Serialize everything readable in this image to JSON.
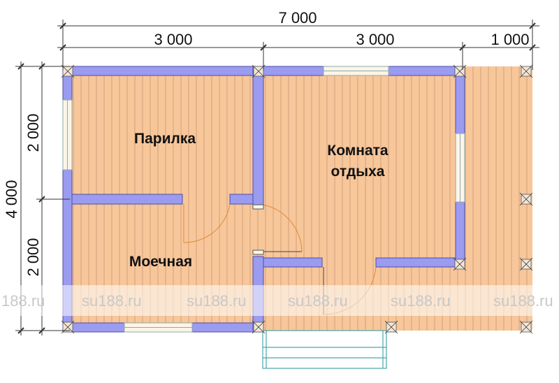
{
  "dimensions": {
    "total_width": "7 000",
    "segment_1": "3 000",
    "segment_2": "3 000",
    "segment_3": "1 000",
    "total_height": "4 000",
    "upper_height": "2 000",
    "lower_height": "2 000"
  },
  "rooms": {
    "steam_room": "Парилка",
    "wash_room": "Моечная",
    "rest_room_line1": "Комната",
    "rest_room_line2": "отдыха"
  },
  "watermark": {
    "items": [
      "188.ru",
      "su188.ru",
      "su188.ru",
      "su188.ru",
      "su188.ru",
      "su188.ru"
    ]
  },
  "colors": {
    "floor": "#f7c79a",
    "plank_line": "#c9957a",
    "wall": "#9b9bf0",
    "wall_outline": "#4d4da6",
    "dimension_line": "#333333",
    "door_arc": "#e08a30"
  }
}
